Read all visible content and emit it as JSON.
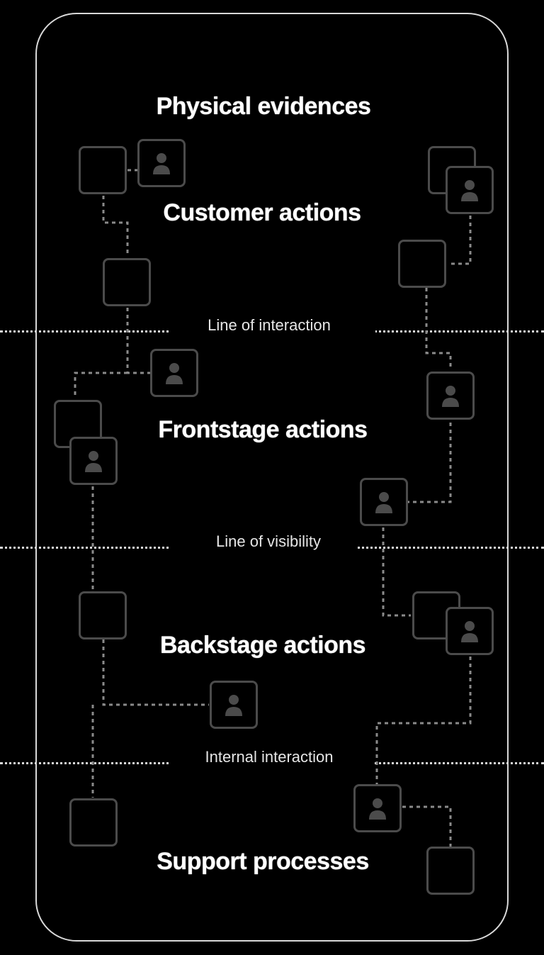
{
  "lanes": {
    "physical_evidences": "Physical evidences",
    "customer_actions": "Customer actions",
    "frontstage_actions": "Frontstage actions",
    "backstage_actions": "Backstage actions",
    "support_processes": "Support processes"
  },
  "lines": {
    "interaction": "Line of interaction",
    "visibility": "Line of visibility",
    "internal": "Internal interaction"
  },
  "colors": {
    "background": "#000000",
    "frame": "#d9d9d9",
    "box_border": "#4b4b4b",
    "person_icon": "#4b4b4b",
    "connector": "#8a8a8a"
  },
  "icons": {
    "person": "person-icon"
  }
}
